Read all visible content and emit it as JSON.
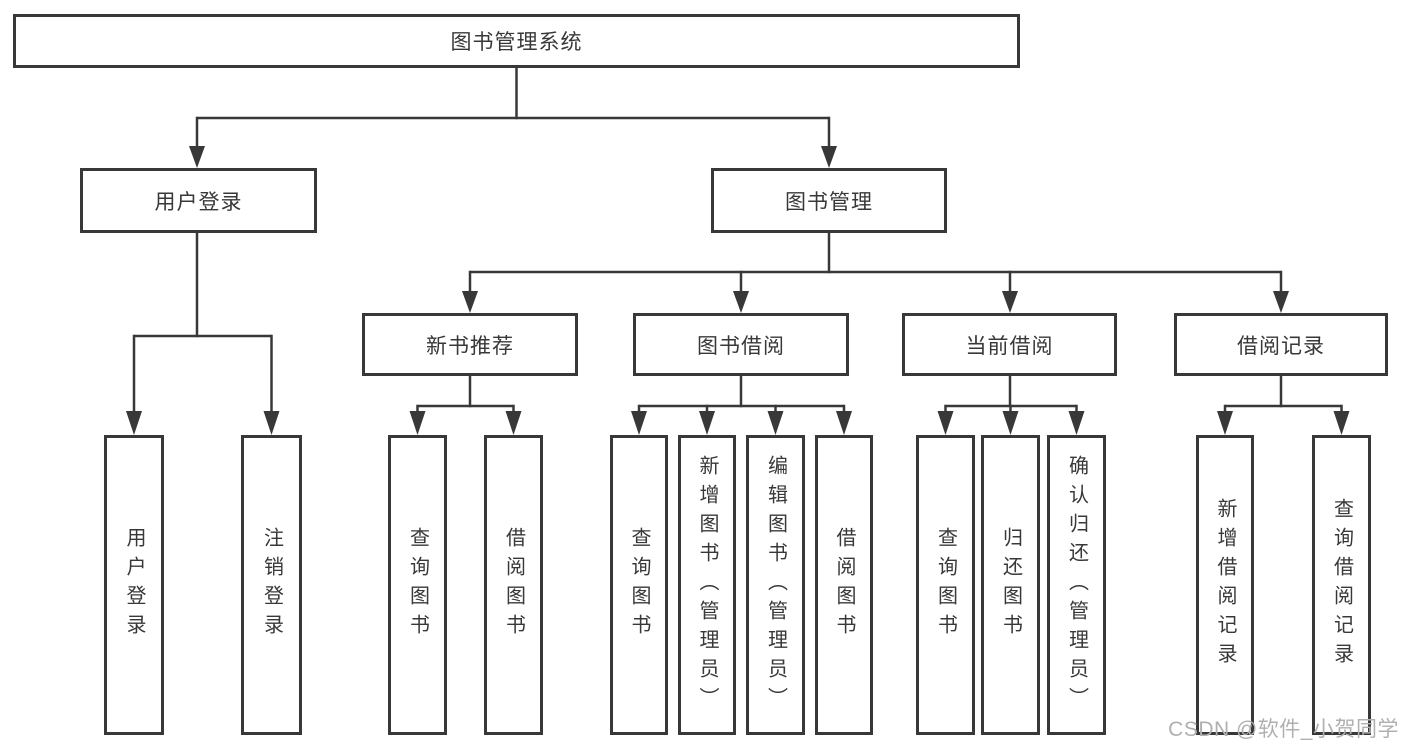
{
  "diagram_type": "hierarchy-tree",
  "colors": {
    "line": "#383838",
    "box_border": "#383838",
    "box_background": "#ffffff",
    "text": "#383838",
    "watermark": "#b0b0b0"
  },
  "tree": {
    "label": "图书管理系统",
    "children": [
      {
        "label": "用户登录",
        "children": [
          {
            "label": "用户登录"
          },
          {
            "label": "注销登录"
          }
        ]
      },
      {
        "label": "图书管理",
        "children": [
          {
            "label": "新书推荐",
            "children": [
              {
                "label": "查询图书"
              },
              {
                "label": "借阅图书"
              }
            ]
          },
          {
            "label": "图书借阅",
            "children": [
              {
                "label": "查询图书"
              },
              {
                "label": "新增图书（管理员）"
              },
              {
                "label": "编辑图书（管理员）"
              },
              {
                "label": "借阅图书"
              }
            ]
          },
          {
            "label": "当前借阅",
            "children": [
              {
                "label": "查询图书"
              },
              {
                "label": "归还图书"
              },
              {
                "label": "确认归还（管理员）"
              }
            ]
          },
          {
            "label": "借阅记录",
            "children": [
              {
                "label": "新增借阅记录"
              },
              {
                "label": "查询借阅记录"
              }
            ]
          }
        ]
      }
    ]
  },
  "watermark": "CSDN @软件_小贺同学"
}
